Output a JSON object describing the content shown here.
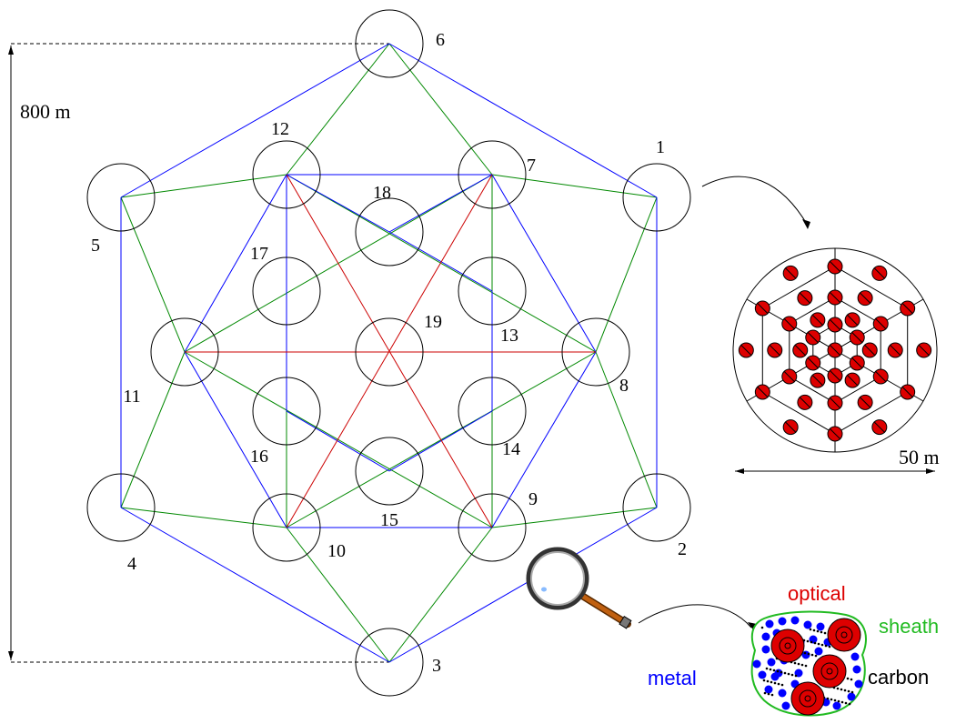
{
  "scale_label": "800 m",
  "inset_scale_label": "50 m",
  "colors": {
    "ring_blue": "#0000ff",
    "ring_green": "#008800",
    "ring_red": "#cc0000",
    "pmt_red": "#dd0000",
    "metal_blue": "#0000ff",
    "sheath_green": "#22bb22",
    "outline": "#000000"
  },
  "stations": [
    {
      "id": "1"
    },
    {
      "id": "2"
    },
    {
      "id": "3"
    },
    {
      "id": "4"
    },
    {
      "id": "5"
    },
    {
      "id": "6"
    },
    {
      "id": "7"
    },
    {
      "id": "8"
    },
    {
      "id": "9"
    },
    {
      "id": "10"
    },
    {
      "id": "11"
    },
    {
      "id": "12"
    },
    {
      "id": "13"
    },
    {
      "id": "14"
    },
    {
      "id": "15"
    },
    {
      "id": "16"
    },
    {
      "id": "17"
    },
    {
      "id": "18"
    },
    {
      "id": "19"
    }
  ],
  "cable": {
    "optical_label": "optical",
    "sheath_label": "sheath",
    "carbon_label": "carbon",
    "metal_label": "metal"
  }
}
